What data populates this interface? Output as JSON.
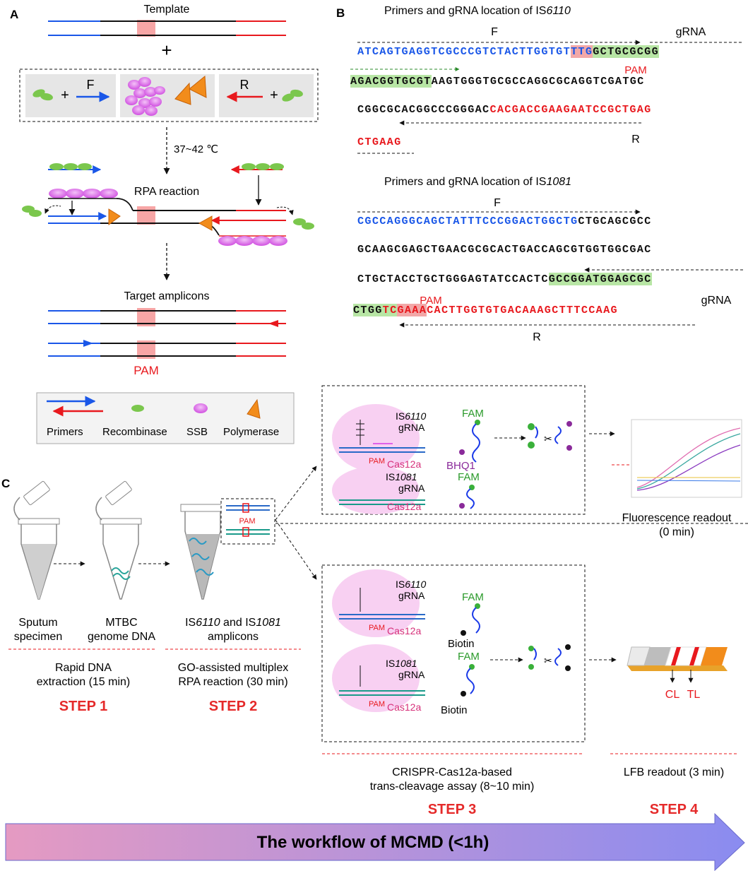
{
  "panels": {
    "a": "A",
    "b": "B",
    "c": "C"
  },
  "panel_a": {
    "template_label": "Template",
    "plus": "+",
    "forward_primer": "F",
    "reverse_primer": "R",
    "temperature": "37~42 ℃",
    "rpa_label": "RPA reaction",
    "amplicons_label": "Target amplicons",
    "pam_label": "PAM"
  },
  "legend": {
    "primers": "Primers",
    "recombinase": "Recombinase",
    "ssb": "SSB",
    "polymerase": "Polymerase"
  },
  "panel_b": {
    "is6110_title_prefix": "Primers and gRNA location of IS",
    "is6110_title_italic": "6110",
    "is1081_title_prefix": "Primers and gRNA location of IS",
    "is1081_title_italic": "1081",
    "f": "F",
    "r": "R",
    "grna": "gRNA",
    "pam": "PAM",
    "is6110_seq": {
      "l1_blue": "ATCAGTGAGGTCGCCCGTCTACTTGGTGT",
      "l1_pam": "TTG",
      "l1_grna": "GCTGCGCGG",
      "l2_grna": "AGACGGTGCGT",
      "l2_rest": "AAGTGGGTGCGCCAGGCGCAGGTCGATGC",
      "l3_black": "CGGCGCACGGCCCGGGAC",
      "l3_red": "CACGACCGAAGAATCCGCTGAG",
      "l4_red": "CTGAAG"
    },
    "is1081_seq": {
      "l1_blue": "CGCCAGGGCAGCTATTTCCCGGACTGGCTG",
      "l1_black": "CTGCAGCGCC",
      "l2": "GCAAGCGAGCTGAACGCGCACTGACCAGCGTGGTGGCGAC",
      "l3_black": "CTGCTACCTGCTGGGAGTATCCACTC",
      "l3_grna": "GCCGGATGGAGCGC",
      "l4_grna_a": "CTGG",
      "l4_grna_b": "TC",
      "l4_pam": "GAAA",
      "l4_red": "CACTTGGTGTGACAAAGCTTTCCAAG"
    }
  },
  "panel_c": {
    "tube1_a": "Sputum",
    "tube1_b": "specimen",
    "tube2_a": "MTBC",
    "tube2_b": "genome DNA",
    "tube3_a1": "IS",
    "tube3_a2": "6110",
    "tube3_a3": " and IS",
    "tube3_a4": "1081",
    "tube3_b": "amplicons",
    "inset_pam": "PAM",
    "step1_desc_a": "Rapid DNA",
    "step1_desc_b": "extraction (15 min)",
    "step2_desc_a": "GO-assisted multiplex",
    "step2_desc_b": "RPA  reaction (30 min)",
    "step3_desc_a": "CRISPR-Cas12a-based",
    "step3_desc_b": "trans-cleavage assay (8~10 min)",
    "step4_desc": "LFB readout (3 min)",
    "fluor_a": "Fluorescence readout",
    "fluor_b": "(0 min)",
    "step1": "STEP 1",
    "step2": "STEP 2",
    "step3": "STEP 3",
    "step4": "STEP 4",
    "is6110_label_a": "IS",
    "is6110_label_b": "6110",
    "is1081_label_b": "1081",
    "grna": "gRNA",
    "pam": "PAM",
    "cas12a": "Cas12a",
    "fam": "FAM",
    "bhq1": "BHQ1",
    "biotin": "Biotin",
    "cl": "CL",
    "tl": "TL",
    "workflow": "The workflow of MCMD (<1h)"
  },
  "colors": {
    "blue": "#1a57e8",
    "red": "#e8191e",
    "green": "#7bc74d",
    "magenta": "#e06cf0",
    "orange": "#f28c1b",
    "pink": "#f7a6a6",
    "step_red": "#e52a2a",
    "arrow_left": "#e59ac2",
    "arrow_right": "#8a8cf0"
  }
}
